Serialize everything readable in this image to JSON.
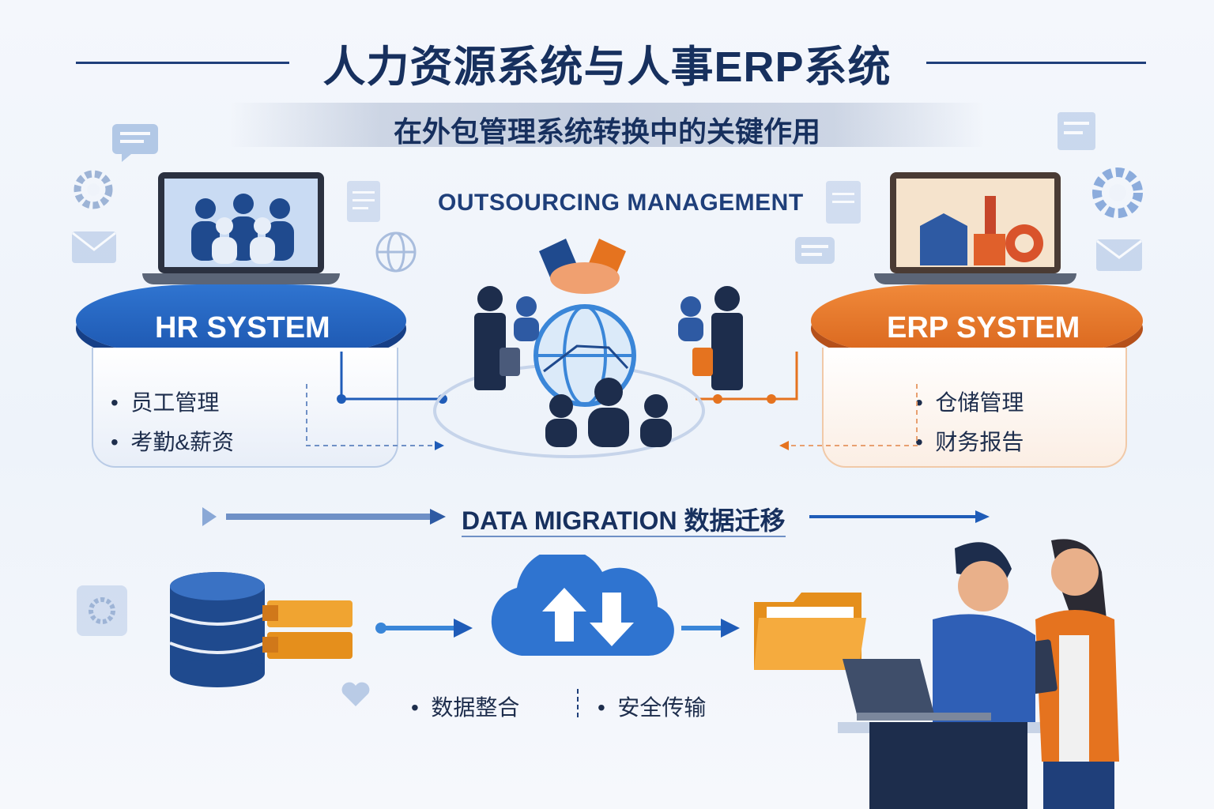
{
  "title": "人力资源系统与人事ERP系统",
  "subtitle": "在外包管理系统转换中的关键作用",
  "outsourcing_label": "OUTSOURCING MANAGEMENT",
  "hr": {
    "label": "HR SYSTEM",
    "items": [
      "员工管理",
      "考勤&薪资"
    ]
  },
  "erp": {
    "label": "ERP SYSTEM",
    "items": [
      "仓储管理",
      "财务报告"
    ]
  },
  "migration_label": "DATA MIGRATION 数据迁移",
  "features": [
    "数据整合",
    "安全传输"
  ],
  "colors": {
    "primary_blue": "#1f5cb8",
    "dark_navy": "#17305e",
    "accent_orange": "#e5731f"
  },
  "icons": [
    "gear-icon",
    "chat-icon",
    "mail-icon",
    "document-icon",
    "globe-icon",
    "handshake-icon",
    "database-icon",
    "cloud-sync-icon",
    "folder-icon",
    "laptop-icon",
    "heart-icon"
  ]
}
